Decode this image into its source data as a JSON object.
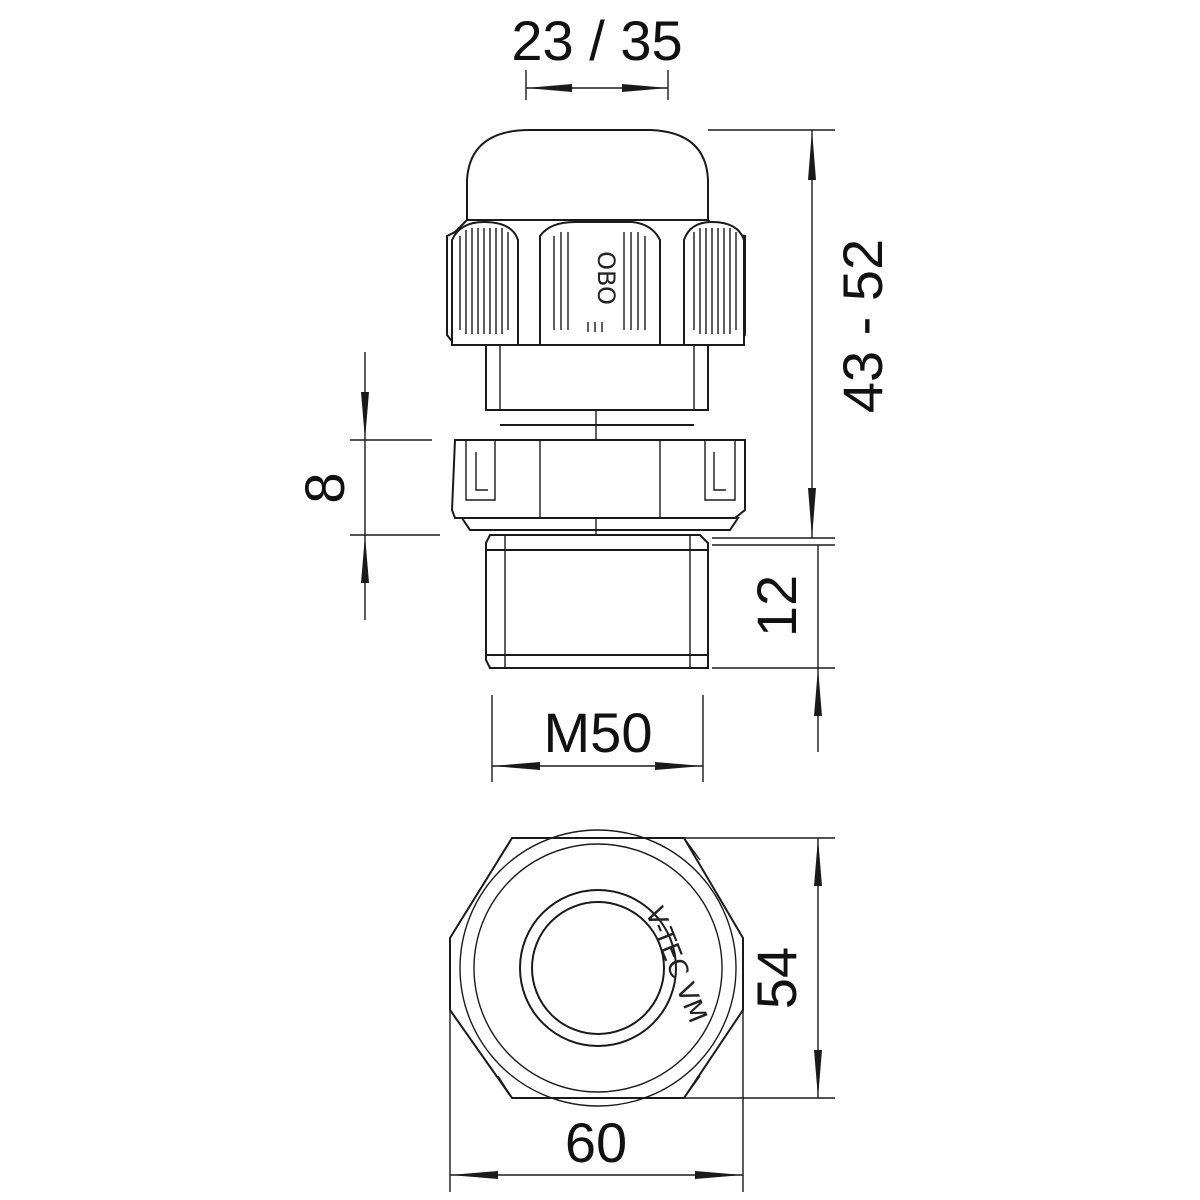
{
  "drawing": {
    "dimensions": {
      "cable_range": "23 / 35",
      "total_height": "43 - 52",
      "seal_height": "8",
      "thread_length": "12",
      "thread": "M50",
      "hex_across_flats": "54",
      "hex_across_corners": "60"
    },
    "logo_text": "OBO",
    "nut_marking": "V-TEC VM",
    "line_color": "#1a1a1a"
  }
}
